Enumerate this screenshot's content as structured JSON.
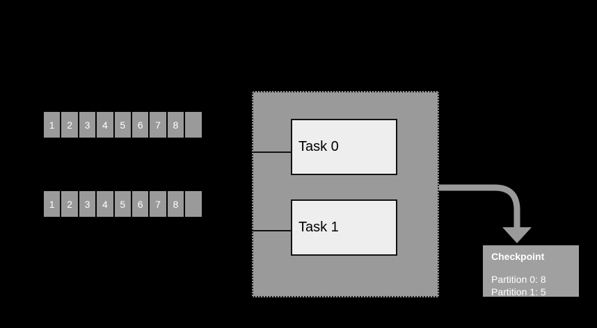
{
  "diagram": {
    "partition_rows": [
      {
        "cells": [
          "1",
          "2",
          "3",
          "4",
          "5",
          "6",
          "7",
          "8",
          ""
        ]
      },
      {
        "cells": [
          "1",
          "2",
          "3",
          "4",
          "5",
          "6",
          "7",
          "8",
          ""
        ]
      }
    ],
    "tasks": [
      {
        "label": "Task 0"
      },
      {
        "label": "Task 1"
      }
    ],
    "checkpoint": {
      "title": "Checkpoint",
      "entries": [
        "Partition 0: 8",
        "Partition 1: 5"
      ]
    },
    "colors": {
      "background": "#000000",
      "gray": "#9a9a9a",
      "task_fill": "#eeeeee",
      "checkpoint_fill": "#a0a0a0",
      "text_light": "#ffffff",
      "text_dark": "#000000"
    }
  }
}
